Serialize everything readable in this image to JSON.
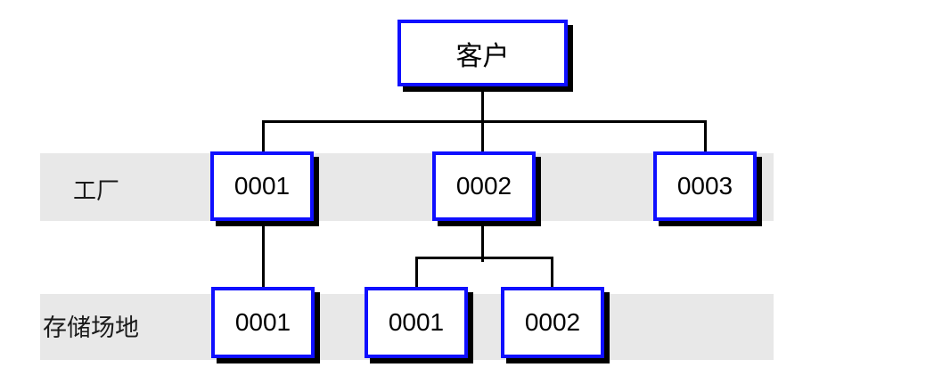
{
  "diagram": {
    "title_node": {
      "label": "客户"
    },
    "bands": {
      "factory": {
        "label": "工厂"
      },
      "storage": {
        "label": "存储场地"
      }
    },
    "nodes": {
      "root": "客户",
      "factory": [
        "0001",
        "0002",
        "0003"
      ],
      "storage": [
        "0001",
        "0001",
        "0002"
      ]
    },
    "hierarchy": [
      {
        "parent": "客户",
        "children": [
          "工厂 0001",
          "工厂 0002",
          "工厂 0003"
        ]
      },
      {
        "parent": "工厂 0001",
        "children": [
          "存储场地 0001"
        ]
      },
      {
        "parent": "工厂 0002",
        "children": [
          "存储场地 0001",
          "存储场地 0002"
        ]
      },
      {
        "parent": "工厂 0003",
        "children": []
      }
    ],
    "colors": {
      "box_border": "#0f0fff",
      "box_background": "#ffffff",
      "box_shadow": "#000000",
      "band_background": "#e8e8e8",
      "connector": "#000000",
      "text": "#000000"
    }
  }
}
